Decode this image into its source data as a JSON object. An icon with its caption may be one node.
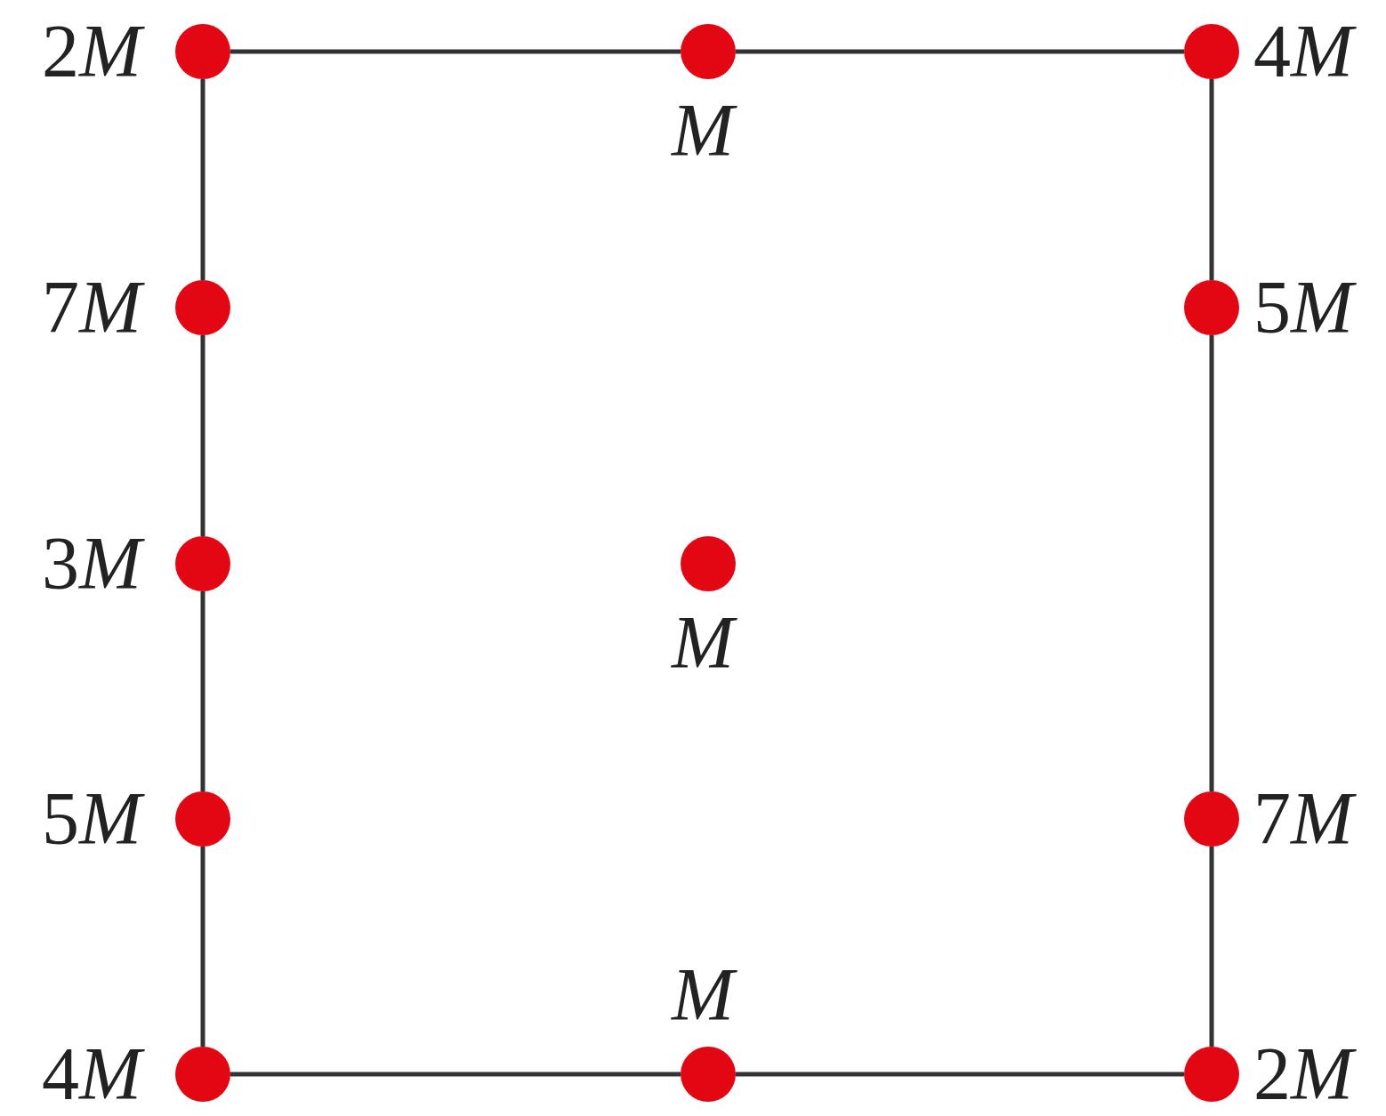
{
  "diagram": {
    "nodes": [
      {
        "text": [],
        "shape": "circle",
        "beside": [
          "2M"
        ]
      },
      {
        "text": [],
        "shape": "circle",
        "beside": [
          "M"
        ]
      },
      {
        "text": [],
        "shape": "circle",
        "beside": [
          "4M"
        ]
      },
      {
        "text": [],
        "shape": "circle",
        "beside": [
          "7M"
        ]
      },
      {
        "text": [],
        "shape": "circle",
        "beside": [
          "5M"
        ]
      },
      {
        "text": [],
        "shape": "circle",
        "beside": [
          "3M"
        ]
      },
      {
        "text": [],
        "shape": "circle",
        "beside": [
          "M"
        ]
      },
      {
        "text": [],
        "shape": "circle",
        "beside": [
          "5M"
        ]
      },
      {
        "text": [],
        "shape": "circle",
        "beside": [
          "7M"
        ]
      },
      {
        "text": [],
        "shape": "circle",
        "beside": [
          "4M"
        ]
      },
      {
        "text": [],
        "shape": "circle",
        "beside": [
          "M"
        ]
      },
      {
        "text": [],
        "shape": "circle",
        "beside": [
          "2M"
        ]
      }
    ],
    "edges": [
      {
        "from": 0,
        "to": 1,
        "arrow": "none"
      },
      {
        "from": 1,
        "to": 2,
        "arrow": "none"
      },
      {
        "from": 0,
        "to": 3,
        "arrow": "none"
      },
      {
        "from": 3,
        "to": 5,
        "arrow": "none"
      },
      {
        "from": 5,
        "to": 7,
        "arrow": "none"
      },
      {
        "from": 7,
        "to": 9,
        "arrow": "none"
      },
      {
        "from": 2,
        "to": 4,
        "arrow": "none"
      },
      {
        "from": 4,
        "to": 8,
        "arrow": "none"
      },
      {
        "from": 8,
        "to": 11,
        "arrow": "none"
      },
      {
        "from": 9,
        "to": 10,
        "arrow": "none"
      },
      {
        "from": 10,
        "to": 11,
        "arrow": "none"
      }
    ]
  }
}
